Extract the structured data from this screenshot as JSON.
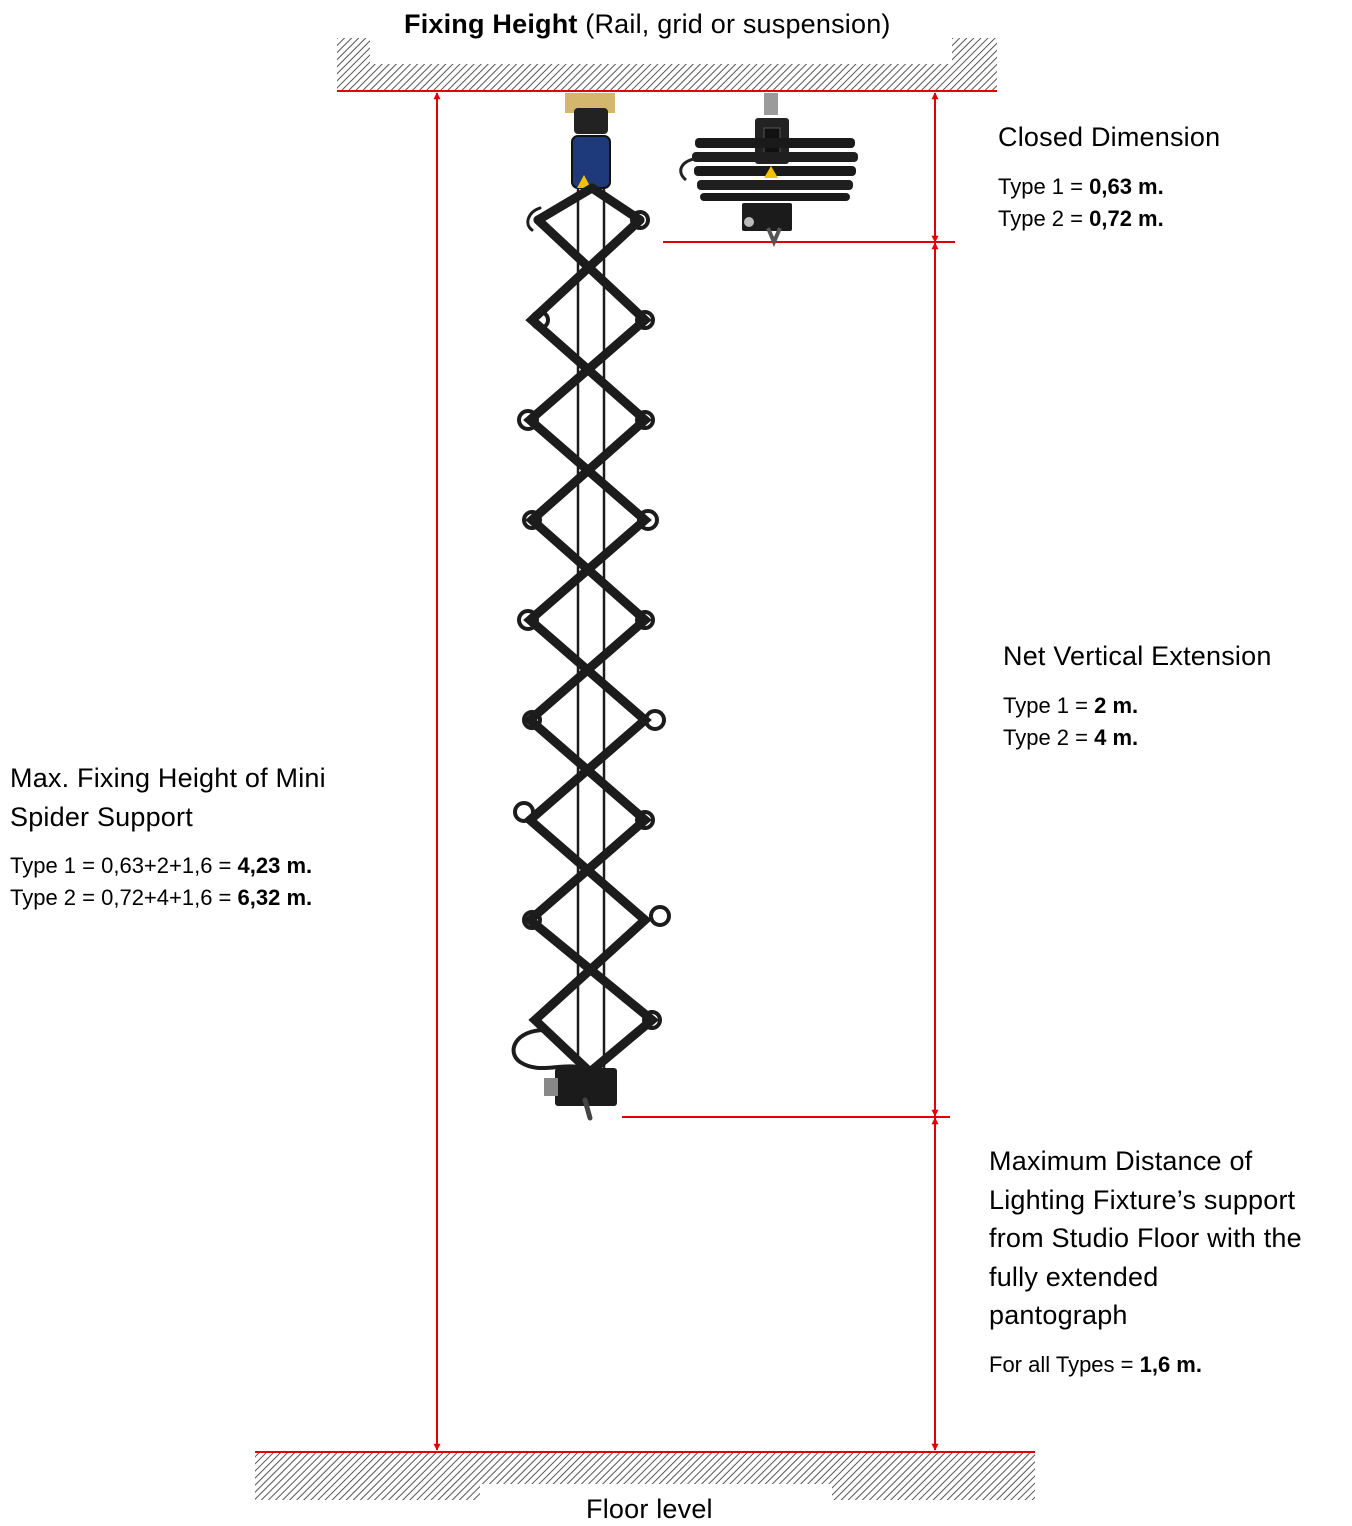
{
  "top": {
    "label_bold": "Fixing Height",
    "label_rest": " (Rail, grid or suspension)"
  },
  "closed": {
    "title": "Closed Dimension",
    "type1_prefix": "Type 1 = ",
    "type1_value": "0,63 m.",
    "type2_prefix": "Type 2 = ",
    "type2_value": "0,72 m."
  },
  "net": {
    "title": "Net Vertical Extension",
    "type1_prefix": "Type 1 = ",
    "type1_value": "2 m.",
    "type2_prefix": "Type 2 = ",
    "type2_value": "4 m."
  },
  "maxfix": {
    "title_line1": "Max. Fixing Height of  Mini",
    "title_line2": "Spider Support",
    "type1_prefix": "Type 1 = 0,63+2+1,6 = ",
    "type1_value": "4,23 m.",
    "type2_prefix": "Type 2 = 0,72+4+1,6 = ",
    "type2_value": "6,32 m."
  },
  "maxdist": {
    "line1": "Maximum Distance of",
    "line2": "Lighting Fixture’s support",
    "line3": "from Studio Floor with the",
    "line4": "fully extended",
    "line5": "pantograph",
    "value_prefix": "For all Types = ",
    "value": "1,6 m."
  },
  "bottom": {
    "label": "Floor level"
  },
  "colors": {
    "dimension": "#e00000",
    "pantograph": "#1c1c1c",
    "hatch": "#555555"
  }
}
